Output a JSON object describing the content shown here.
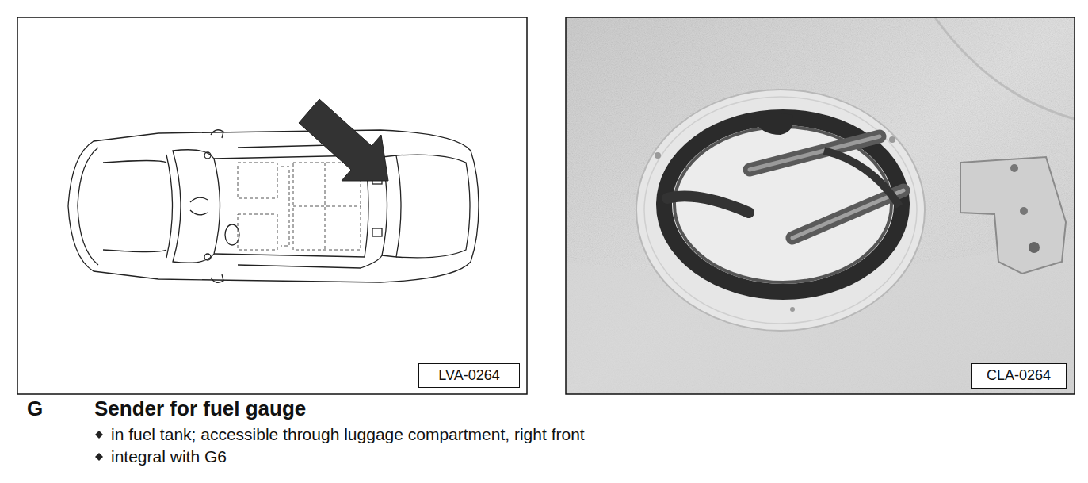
{
  "diagram": {
    "title": "Sender for fuel gauge",
    "nodes": [
      {
        "text": [
          "LVA-0264"
        ]
      },
      {
        "text": [
          "CLA-0264"
        ]
      }
    ],
    "labels": [
      "G",
      "in fuel tank; accessible through luggage compartment, right front",
      "integral with G6"
    ]
  }
}
